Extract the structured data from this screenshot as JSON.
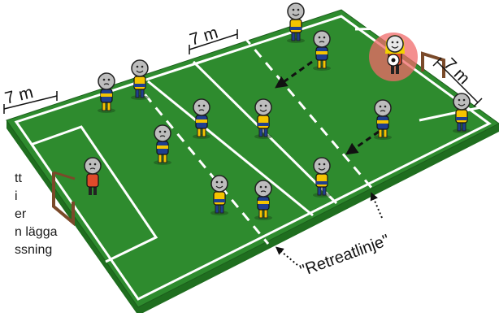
{
  "diagram": {
    "distance_labels": [
      "7 m",
      "7 m",
      "7 m"
    ],
    "retreat_label": "\"Retreatlinje\"",
    "side_text_fragments": [
      "tt",
      "i",
      "er",
      "n lägga",
      "ssning"
    ],
    "colors": {
      "pitch": "#2e8b2e",
      "pitch_edge": "#1f6e1f",
      "lines": "#ffffff",
      "team_yellow": "#f5c400",
      "team_blue": "#1f3f8f",
      "goalkeeper": "#e04a2a",
      "highlight": "#f06a6a"
    }
  }
}
